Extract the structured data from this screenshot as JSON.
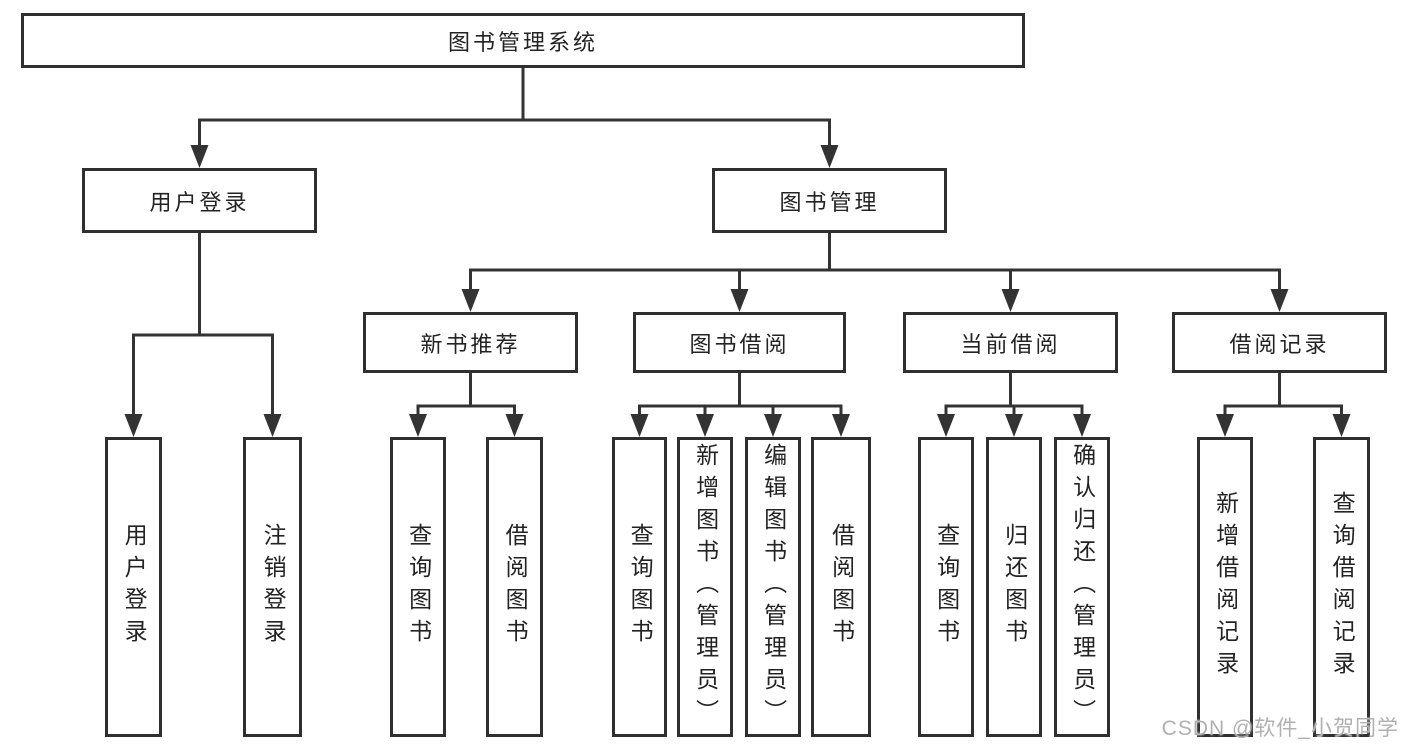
{
  "diagram": {
    "type": "hierarchy-tree",
    "watermark": "CSDN @软件_小贺同学",
    "colors": {
      "line": "#333333",
      "box_border": "#2f2f2f",
      "box_fill": "#ffffff",
      "text": "#232323",
      "watermark": "#b0b0b0"
    },
    "nodes": {
      "root": {
        "label": "图书管理系统"
      },
      "user_login": {
        "label": "用户登录"
      },
      "book_mgmt": {
        "label": "图书管理"
      },
      "new_book_rec": {
        "label": "新书推荐"
      },
      "book_borrow": {
        "label": "图书借阅"
      },
      "current_borrow": {
        "label": "当前借阅"
      },
      "borrow_records": {
        "label": "借阅记录"
      },
      "leaf_user_login": {
        "label": "用户登录"
      },
      "leaf_logout": {
        "label": "注销登录"
      },
      "leaf_query_book_1": {
        "label": "查询图书"
      },
      "leaf_borrow_book_1": {
        "label": "借阅图书"
      },
      "leaf_query_book_2": {
        "label": "查询图书"
      },
      "leaf_add_book": {
        "label": "新增图书（管理员）"
      },
      "leaf_edit_book": {
        "label": "编辑图书（管理员）"
      },
      "leaf_borrow_book_2": {
        "label": "借阅图书"
      },
      "leaf_query_book_3": {
        "label": "查询图书"
      },
      "leaf_return_book": {
        "label": "归还图书"
      },
      "leaf_confirm_return": {
        "label": "确认归还（管理员）"
      },
      "leaf_add_borrow_record": {
        "label": "新增借阅记录"
      },
      "leaf_query_borrow_record": {
        "label": "查询借阅记录"
      }
    },
    "edges": [
      [
        "root",
        "user_login"
      ],
      [
        "root",
        "book_mgmt"
      ],
      [
        "user_login",
        "leaf_user_login"
      ],
      [
        "user_login",
        "leaf_logout"
      ],
      [
        "book_mgmt",
        "new_book_rec"
      ],
      [
        "book_mgmt",
        "book_borrow"
      ],
      [
        "book_mgmt",
        "current_borrow"
      ],
      [
        "book_mgmt",
        "borrow_records"
      ],
      [
        "new_book_rec",
        "leaf_query_book_1"
      ],
      [
        "new_book_rec",
        "leaf_borrow_book_1"
      ],
      [
        "book_borrow",
        "leaf_query_book_2"
      ],
      [
        "book_borrow",
        "leaf_add_book"
      ],
      [
        "book_borrow",
        "leaf_edit_book"
      ],
      [
        "book_borrow",
        "leaf_borrow_book_2"
      ],
      [
        "current_borrow",
        "leaf_query_book_3"
      ],
      [
        "current_borrow",
        "leaf_return_book"
      ],
      [
        "current_borrow",
        "leaf_confirm_return"
      ],
      [
        "borrow_records",
        "leaf_add_borrow_record"
      ],
      [
        "borrow_records",
        "leaf_query_borrow_record"
      ]
    ]
  }
}
